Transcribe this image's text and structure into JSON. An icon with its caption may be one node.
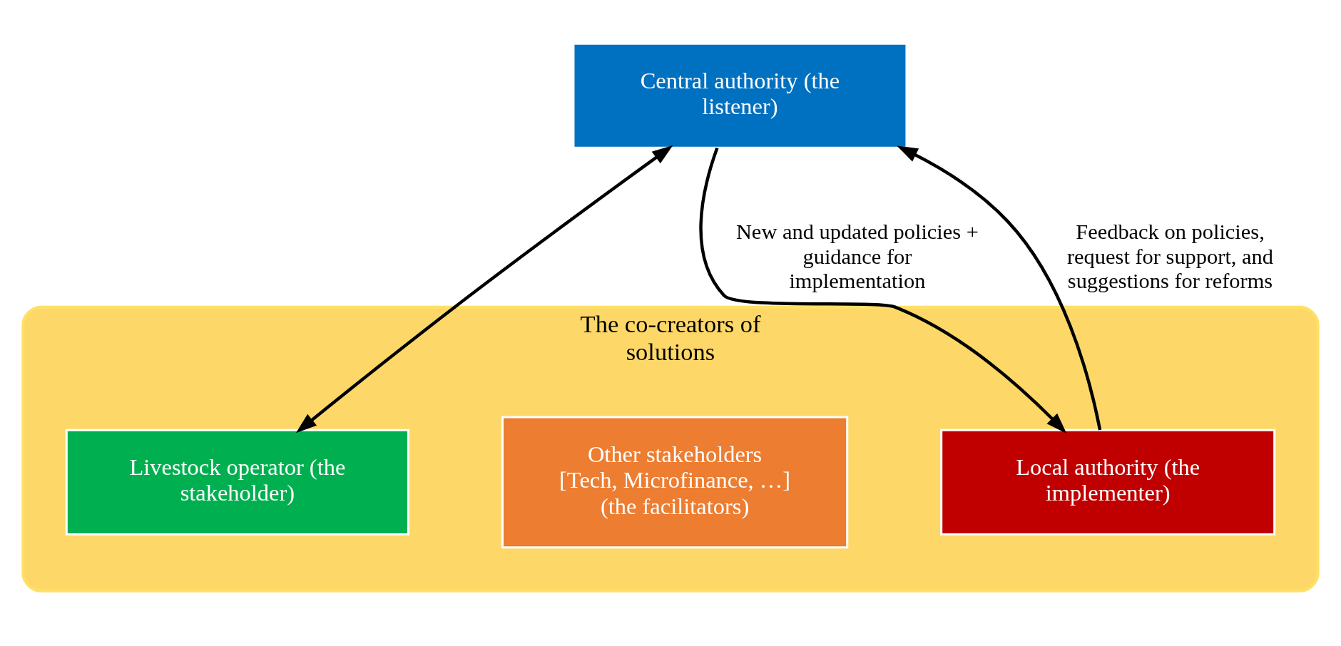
{
  "diagram": {
    "nodes": [
      {
        "text": [
          "Central authority (the listener)"
        ]
      },
      {
        "text": [
          "The co-creators of solutions"
        ]
      },
      {
        "text": [
          "Livestock operator (the stakeholder)"
        ],
        "in": 1
      },
      {
        "text": [
          "Other stakeholders [Tech, Microfinance, …] (the facilitators)"
        ],
        "in": 1
      },
      {
        "text": [
          "Local authority (the implementer)"
        ],
        "in": 1
      }
    ],
    "edges": [
      {
        "from": 0,
        "to": 2,
        "arrow": "both"
      },
      {
        "from": 0,
        "to": 4,
        "arrow": "to",
        "label": "New and updated policies + guidance for implementation"
      },
      {
        "from": 4,
        "to": 0,
        "arrow": "to",
        "label": "Feedback on policies, request for support, and suggestions for reforms"
      }
    ]
  }
}
